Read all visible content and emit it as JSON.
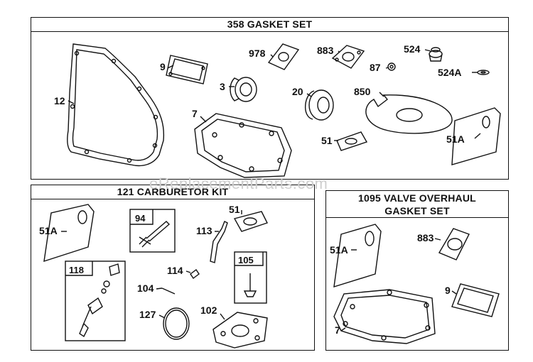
{
  "panels": {
    "gasket_set": {
      "title": "358 GASKET SET"
    },
    "carburetor_kit": {
      "title": "121 CARBURETOR KIT"
    },
    "valve_overhaul": {
      "title_line1": "1095 VALVE OVERHAUL",
      "title_line2": "GASKET SET"
    }
  },
  "gasket_parts": {
    "p12": "12",
    "p9": "9",
    "p3": "3",
    "p978": "978",
    "p883": "883",
    "p87": "87",
    "p524": "524",
    "p524a": "524A",
    "p20": "20",
    "p850": "850",
    "p7": "7",
    "p51": "51",
    "p51a": "51A"
  },
  "carb_parts": {
    "p51a": "51A",
    "p94": "94",
    "p51": "51",
    "p113": "113",
    "p118": "118",
    "p114": "114",
    "p105": "105",
    "p104": "104",
    "p127": "127",
    "p102": "102"
  },
  "valve_parts": {
    "p51a": "51A",
    "p883": "883",
    "p9": "9",
    "p7": "7"
  },
  "watermark": "eReplacementParts.com"
}
